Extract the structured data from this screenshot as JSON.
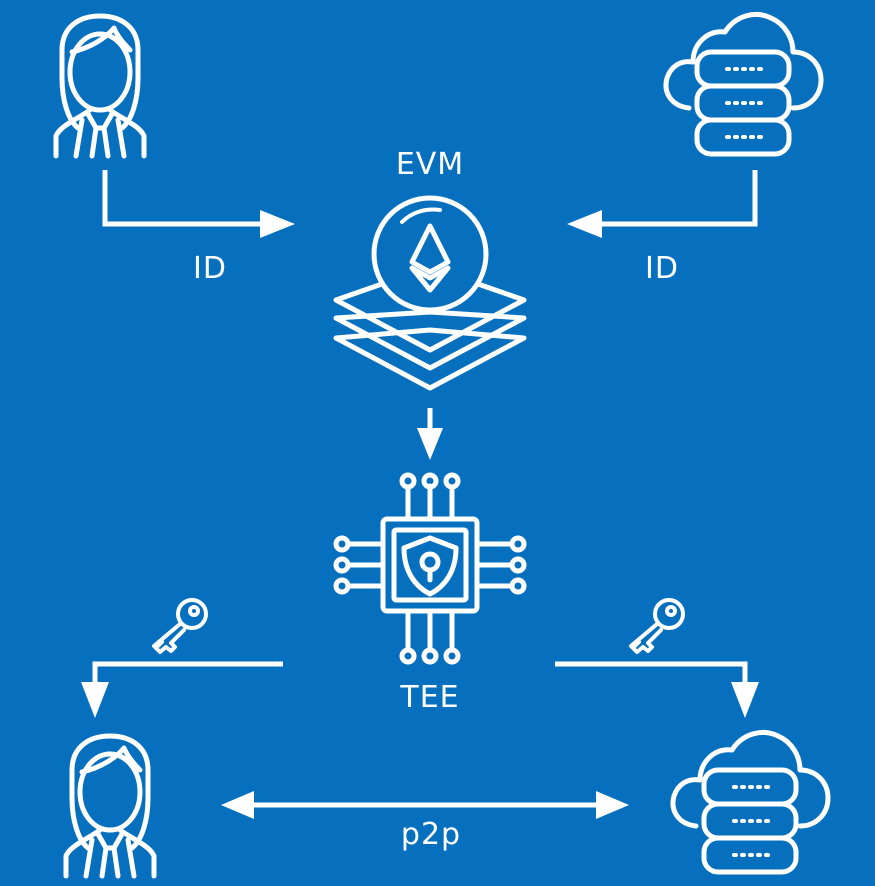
{
  "labels": {
    "evm": "EVM",
    "id_left": "ID",
    "id_right": "ID",
    "tee": "TEE",
    "p2p": "p2p"
  },
  "nodes": [
    {
      "id": "user-top",
      "icon": "user-woman-icon"
    },
    {
      "id": "cloud-server-top",
      "icon": "cloud-server-icon"
    },
    {
      "id": "evm",
      "icon": "ethereum-layers-icon"
    },
    {
      "id": "tee",
      "icon": "secure-chip-icon"
    },
    {
      "id": "user-bottom",
      "icon": "user-woman-icon"
    },
    {
      "id": "cloud-server-bottom",
      "icon": "cloud-server-icon"
    }
  ],
  "edges": [
    {
      "from": "user-top",
      "to": "evm",
      "label": "ID"
    },
    {
      "from": "cloud-server-top",
      "to": "evm",
      "label": "ID"
    },
    {
      "from": "evm",
      "to": "tee"
    },
    {
      "from": "tee",
      "to": "user-bottom",
      "icon": "key-icon"
    },
    {
      "from": "tee",
      "to": "cloud-server-bottom",
      "icon": "key-icon"
    },
    {
      "from": "user-bottom",
      "to": "cloud-server-bottom",
      "label": "p2p",
      "bidirectional": true
    }
  ],
  "colors": {
    "background": "#0670BF",
    "foreground": "#FFFFFF"
  }
}
